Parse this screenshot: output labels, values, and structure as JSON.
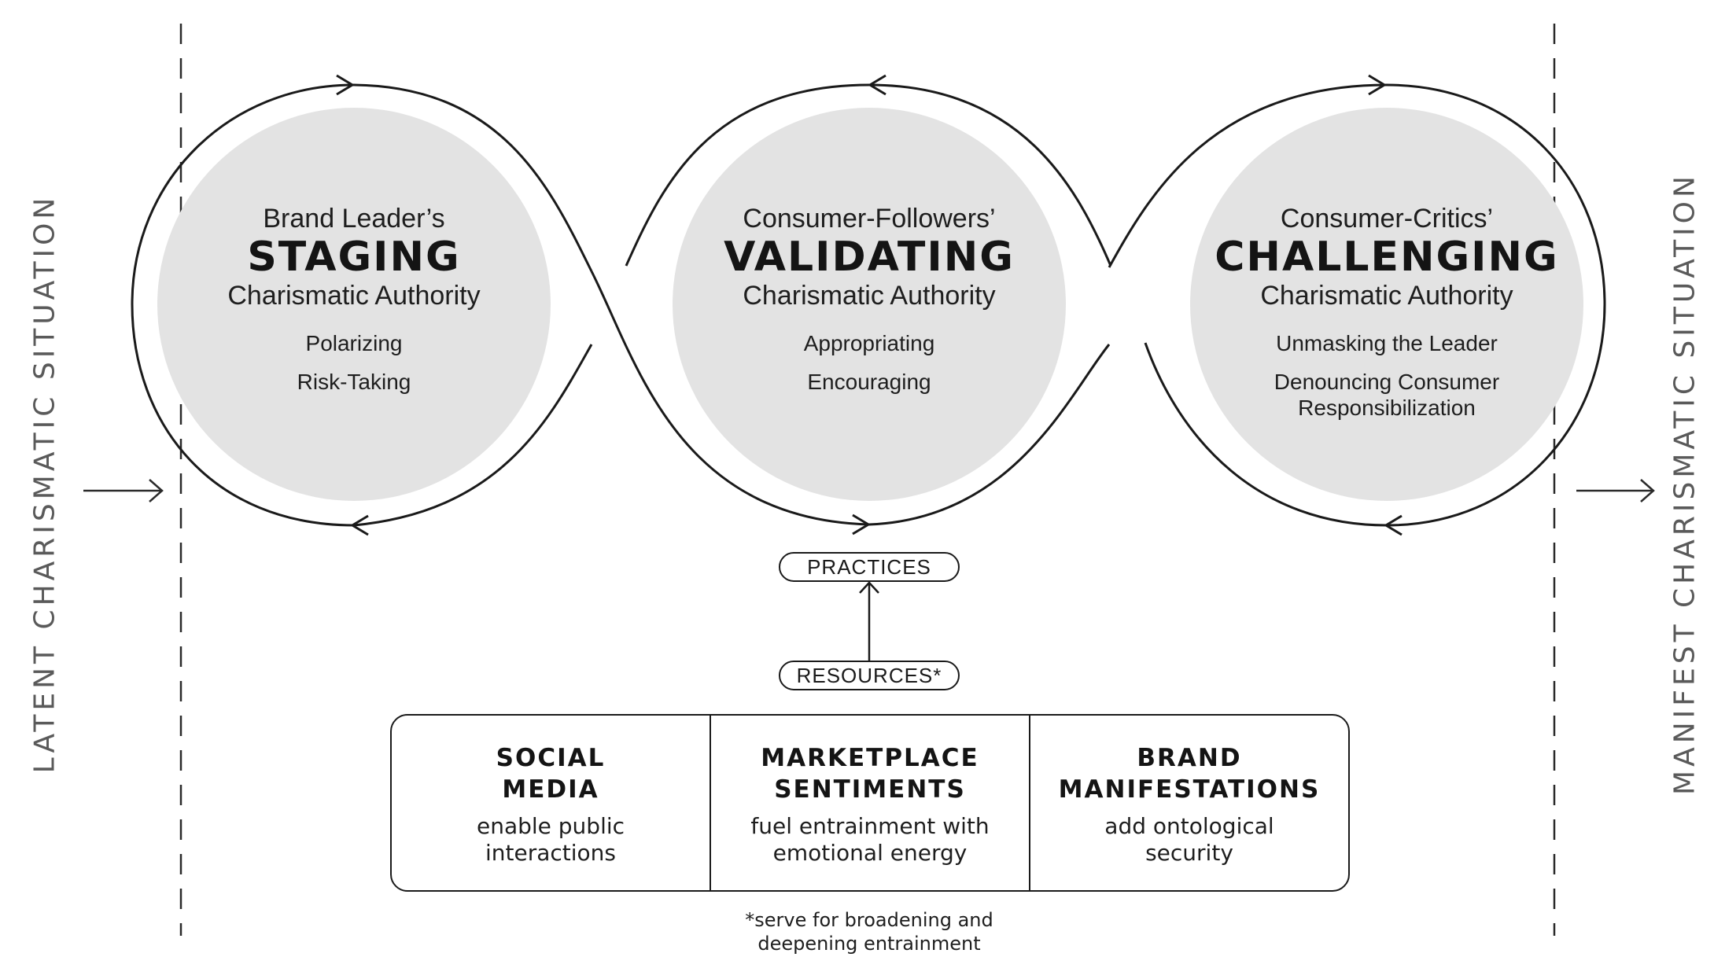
{
  "side_labels": {
    "left": "LATENT CHARISMATIC SITUATION",
    "right": "MANIFEST CHARISMATIC SITUATION"
  },
  "stages": [
    {
      "pre": "Brand Leader’s",
      "main": "STAGING",
      "post": "Charismatic Authority",
      "items": [
        "Polarizing",
        "Risk-Taking"
      ]
    },
    {
      "pre": "Consumer-Followers’",
      "main": "VALIDATING",
      "post": "Charismatic Authority",
      "items": [
        "Appropriating",
        "Encouraging"
      ]
    },
    {
      "pre": "Consumer-Critics’",
      "main": "CHALLENGING",
      "post": "Charismatic Authority",
      "items": [
        "Unmasking the Leader",
        "Denouncing Consumer Responsibilization"
      ]
    }
  ],
  "practices_label": "PRACTICES",
  "resources_label": "RESOURCES*",
  "resources": [
    {
      "title": "SOCIAL\nMEDIA",
      "desc": "enable public\ninteractions"
    },
    {
      "title": "MARKETPLACE\nSENTIMENTS",
      "desc": "fuel entrainment with\nemotional energy"
    },
    {
      "title": "BRAND\nMANIFESTATIONS",
      "desc": "add ontological\nsecurity"
    }
  ],
  "footnote": "*serve for broadening and\ndeepening entrainment",
  "colors": {
    "circle_fill": "#e3e3e3",
    "stroke": "#1a1a1a",
    "side_label": "#5a5a5a"
  }
}
